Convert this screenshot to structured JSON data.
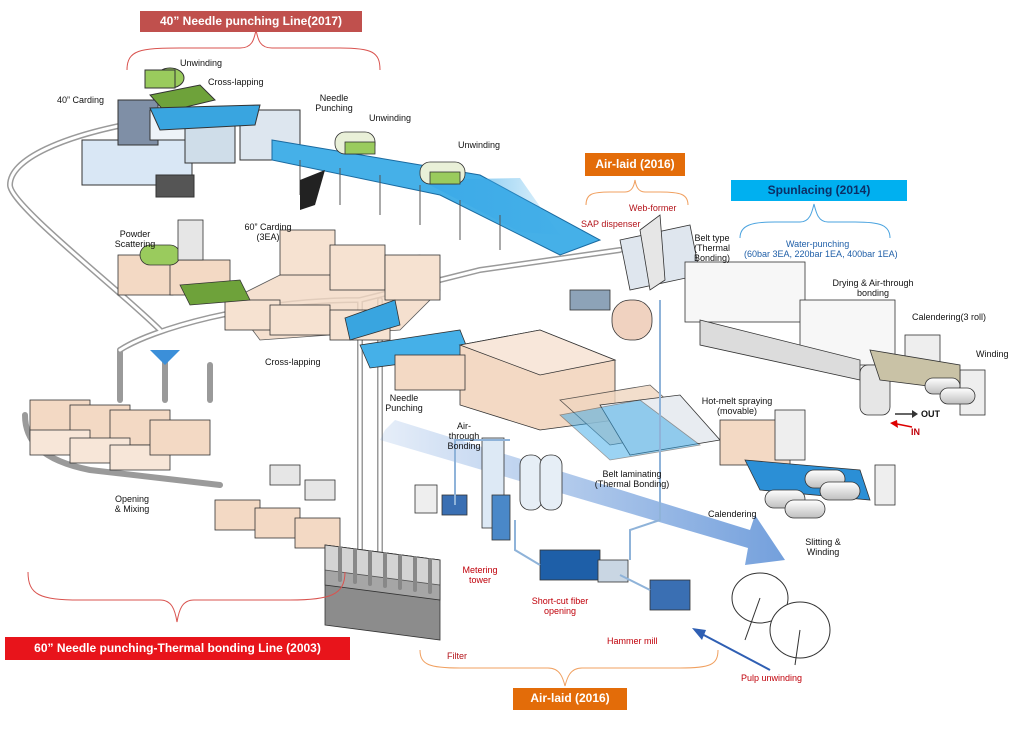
{
  "banners": {
    "needle40": "40” Needle punching Line(2017)",
    "airlaid_top": "Air-laid (2016)",
    "spunlacing": "Spunlacing (2014)",
    "needle60": "60” Needle punching-Thermal bonding Line (2003)",
    "airlaid_bottom": "Air-laid (2016)"
  },
  "labels": {
    "unwinding_1": "Unwinding",
    "carding_40": "40” Carding",
    "cross_lapping_top": "Cross-lapping",
    "needle_punching_top": "Needle Punching",
    "unwinding_2": "Unwinding",
    "unwinding_3": "Unwinding",
    "web_former": "Web-former",
    "sap_dispenser": "SAP dispenser",
    "belt_type": "Belt type (Thermal Bonding)",
    "water_punching": "Water-punching",
    "water_punching_spec": "(60bar 3EA, 220bar 1EA, 400bar 1EA)",
    "drying": "Drying & Air-through bonding",
    "calendering_3roll": "Calendering(3 roll)",
    "winding": "Winding",
    "powder_scattering": "Powder Scattering",
    "carding_60": "60” Carding (3EA)",
    "cross_lapping_mid": "Cross-lapping",
    "needle_punching_mid": "Needle Punching",
    "air_through": "Air-through Bonding",
    "hot_melt": "Hot-melt spraying (movable)",
    "out": "OUT",
    "in": "IN",
    "belt_laminating": "Belt laminating (Thermal Bonding)",
    "calendering": "Calendering",
    "slitting": "Slitting & Winding",
    "opening_mixing": "Opening & Mixing",
    "metering_tower": "Metering tower",
    "short_cut": "Short-cut fiber opening",
    "hammer_mill": "Hammer mill",
    "pulp_unwinding": "Pulp unwinding",
    "filter": "Filter"
  },
  "colors": {
    "needle40_banner": "#c0504d",
    "airlaid_banner": "#e36c09",
    "spunlacing_banner": "#00b0f0",
    "needle60_banner": "#e8141b",
    "brace_red": "#d9534f",
    "brace_orange": "#f0a060",
    "brace_blue": "#4aa3df",
    "flow_arrow": "#5b8fd6",
    "conveyor": "#5bb8e8",
    "machine_beige": "#f3d9c4",
    "green_roll": "#7cae3a"
  }
}
